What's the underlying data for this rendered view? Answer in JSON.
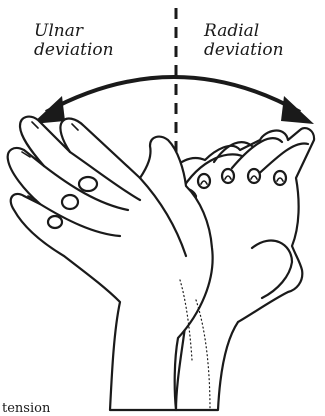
{
  "labels": {
    "ulnar_line1": "Ulnar",
    "ulnar_line2": "deviation",
    "radial_line1": "Radial",
    "radial_line2": "deviation",
    "partial_caption": "tension"
  },
  "icons": [
    "double-headed-curved-arrow",
    "midline-dashed-axis",
    "left-hand-ulnar-deviated",
    "right-hand-radial-deviated"
  ],
  "colors": {
    "ink": "#1a1a1a",
    "background": "#ffffff"
  }
}
